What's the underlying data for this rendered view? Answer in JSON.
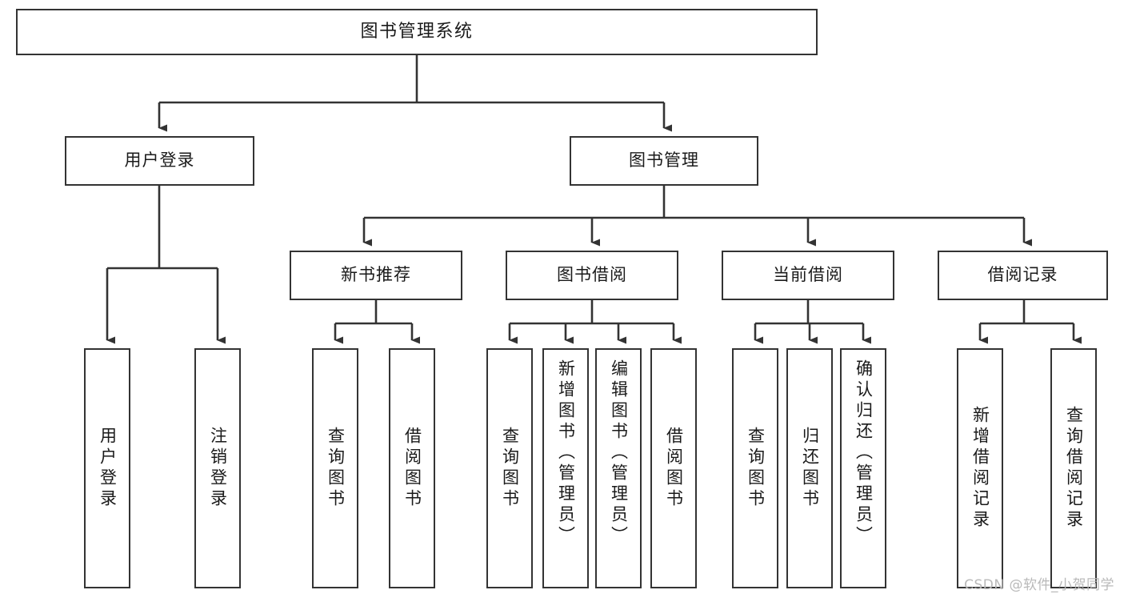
{
  "diagram": {
    "title": "图书管理系统",
    "type": "tree-hierarchy-diagram",
    "watermark": "CSDN @软件_小贺同学",
    "colors": {
      "box_border": "#333333",
      "box_fill": "#ffffff",
      "connector": "#333333",
      "text": "#1a1a1a",
      "watermark": "#b9b9b9",
      "background": "#ffffff"
    },
    "root": {
      "label": "图书管理系统"
    },
    "level2": [
      {
        "id": "user-login",
        "label": "用户登录"
      },
      {
        "id": "book-manage",
        "label": "图书管理"
      }
    ],
    "level3": [
      {
        "id": "new-book-rec",
        "label": "新书推荐"
      },
      {
        "id": "book-borrow",
        "label": "图书借阅"
      },
      {
        "id": "current-borrow",
        "label": "当前借阅"
      },
      {
        "id": "borrow-record",
        "label": "借阅记录"
      }
    ],
    "leaves": {
      "user-login": [
        {
          "id": "leaf-user-login",
          "label": "用户登录"
        },
        {
          "id": "leaf-user-logout",
          "label": "注销登录"
        }
      ],
      "new-book-rec": [
        {
          "id": "leaf-query-book-1",
          "label": "查询图书"
        },
        {
          "id": "leaf-borrow-book-1",
          "label": "借阅图书"
        }
      ],
      "book-borrow": [
        {
          "id": "leaf-query-book-2",
          "label": "查询图书"
        },
        {
          "id": "leaf-add-book",
          "label": "新增图书（管理员）"
        },
        {
          "id": "leaf-edit-book",
          "label": "编辑图书（管理员）"
        },
        {
          "id": "leaf-borrow-book-2",
          "label": "借阅图书"
        }
      ],
      "current-borrow": [
        {
          "id": "leaf-query-book-3",
          "label": "查询图书"
        },
        {
          "id": "leaf-return-book",
          "label": "归还图书"
        },
        {
          "id": "leaf-confirm-return",
          "label": "确认归还（管理员）"
        }
      ],
      "borrow-record": [
        {
          "id": "leaf-add-record",
          "label": "新增借阅记录"
        },
        {
          "id": "leaf-query-record",
          "label": "查询借阅记录"
        }
      ]
    }
  }
}
